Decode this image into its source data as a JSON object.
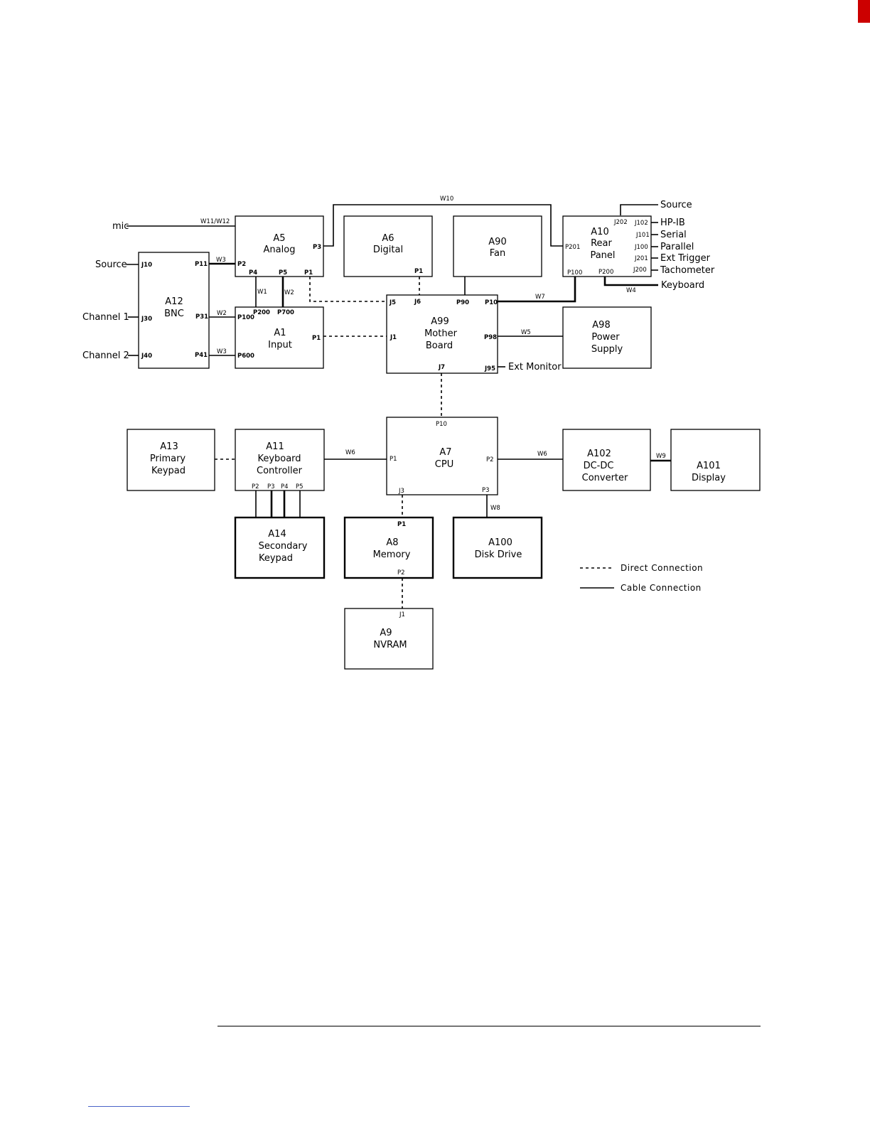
{
  "blocks": {
    "a5": [
      "A5",
      "Analog"
    ],
    "a6": [
      "A6",
      "Digital"
    ],
    "a90": [
      "A90",
      "Fan"
    ],
    "a10": [
      "A10",
      "Rear",
      "Panel"
    ],
    "a12": [
      "A12",
      "BNC"
    ],
    "a1": [
      "A1",
      "Input"
    ],
    "a99": [
      "A99",
      "Mother",
      "Board"
    ],
    "a98": [
      "A98",
      "Power",
      "Supply"
    ],
    "a13": [
      "A13",
      "Primary",
      "Keypad"
    ],
    "a11": [
      "A11",
      "Keyboard",
      "Controller"
    ],
    "a7": [
      "A7",
      "CPU"
    ],
    "a102": [
      "A102",
      "DC-DC",
      "Converter"
    ],
    "a101": [
      "A101",
      "Display"
    ],
    "a14": [
      "A14",
      "Secondary",
      "Keypad"
    ],
    "a8": [
      "A8",
      "Memory"
    ],
    "a100": [
      "A100",
      "Disk Drive"
    ],
    "a9": [
      "A9",
      "NVRAM"
    ]
  },
  "external": {
    "mic": "mic",
    "source_in": "Source",
    "channel1": "Channel 1",
    "channel2": "Channel 2",
    "source_out": "Source",
    "hpib": "HP-IB",
    "serial": "Serial",
    "parallel": "Parallel",
    "ext_trigger": "Ext Trigger",
    "tachometer": "Tachometer",
    "keyboard": "Keyboard",
    "ext_monitor": "Ext Monitor"
  },
  "ports": {
    "a5": {
      "p2": "P2",
      "p3": "P3",
      "p4": "P4",
      "p5": "P5",
      "p1": "P1"
    },
    "a6": {
      "p1": "P1"
    },
    "a10": {
      "j202": "J202",
      "j102": "J102",
      "j101": "J101",
      "p201": "P201",
      "j100": "J100",
      "j201": "J201",
      "j200": "J200",
      "p100": "P100",
      "p200": "P200"
    },
    "a12": {
      "j10": "J10",
      "p11": "P11",
      "j30": "J30",
      "p31": "P31",
      "j40": "J40",
      "p41": "P41"
    },
    "a1": {
      "p200": "P200",
      "p700": "P700",
      "p100": "P100",
      "p1": "P1",
      "p600": "P600"
    },
    "a99": {
      "j5": "J5",
      "j6": "J6",
      "p90": "P90",
      "p10": "P10",
      "j1": "J1",
      "p98": "P98",
      "j7": "J7",
      "j95": "J95"
    },
    "a7": {
      "p10": "P10",
      "p1": "P1",
      "p2": "P2",
      "j3": "J3",
      "p3": "P3"
    },
    "a11": {
      "p2": "P2",
      "p3": "P3",
      "p4": "P4",
      "p5": "P5"
    },
    "a8": {
      "p1": "P1",
      "p2": "P2"
    },
    "a9": {
      "j1": "J1"
    }
  },
  "wires": {
    "w10": "W10",
    "w11_w12": "W11/W12",
    "w3_a": "W3",
    "w1": "W1",
    "w2_a": "W2",
    "w2_b": "W2",
    "w3_b": "W3",
    "w7": "W7",
    "w4": "W4",
    "w5": "W5",
    "w6_a": "W6",
    "w6_b": "W6",
    "w9": "W9",
    "w8": "W8"
  },
  "legend": {
    "direct": "Direct Connection",
    "cable": "Cable Connection"
  }
}
